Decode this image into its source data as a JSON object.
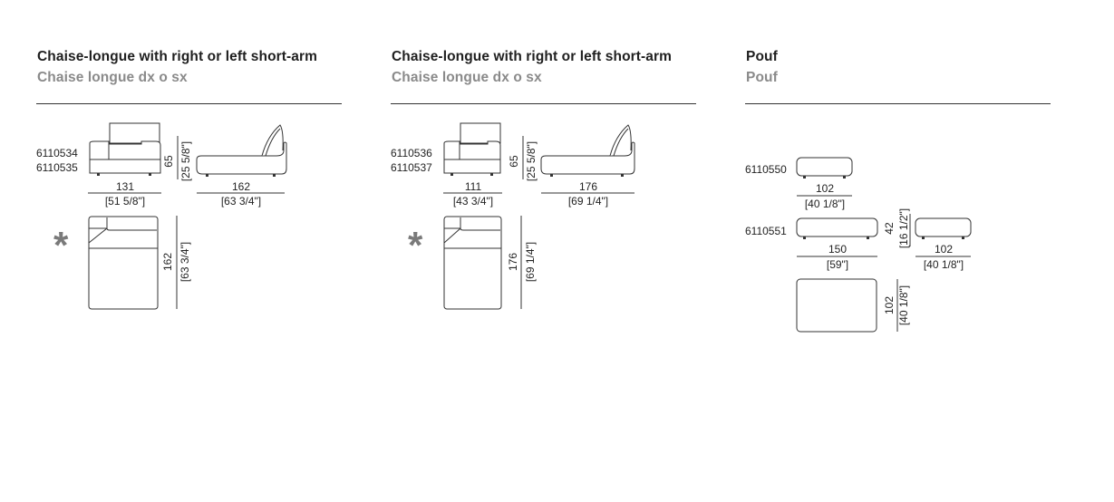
{
  "sections": [
    {
      "title": "Chaise-longue with right or left short-arm",
      "subtitle": "Chaise longue dx o sx",
      "codes": [
        "6110534",
        "6110535"
      ],
      "front_width": "131",
      "front_width_in": "[51 5/8\"]",
      "height": "65",
      "height_in": "[25 5/8\"]",
      "side_depth": "162",
      "side_depth_in": "[63 3/4\"]",
      "plan_depth": "162",
      "plan_depth_in": "[63 3/4\"]",
      "star": "*"
    },
    {
      "title": "Chaise-longue with right or left short-arm",
      "subtitle": "Chaise longue dx o sx",
      "codes": [
        "6110536",
        "6110537"
      ],
      "front_width": "111",
      "front_width_in": "[43 3/4\"]",
      "height": "65",
      "height_in": "[25 5/8\"]",
      "side_depth": "176",
      "side_depth_in": "[69 1/4\"]",
      "plan_depth": "176",
      "plan_depth_in": "[69 1/4\"]",
      "star": "*"
    }
  ],
  "pouf": {
    "title": "Pouf",
    "subtitle": "Pouf",
    "small_code": "6110550",
    "small_width": "102",
    "small_width_in": "[40 1/8\"]",
    "large_code": "6110551",
    "large_width": "150",
    "large_width_in": "[59\"]",
    "height": "42",
    "height_in": "[16 1/2\"]",
    "side_width": "102",
    "side_width_in": "[40 1/8\"]",
    "plan_depth": "102",
    "plan_depth_in": "[40 1/8\"]"
  }
}
